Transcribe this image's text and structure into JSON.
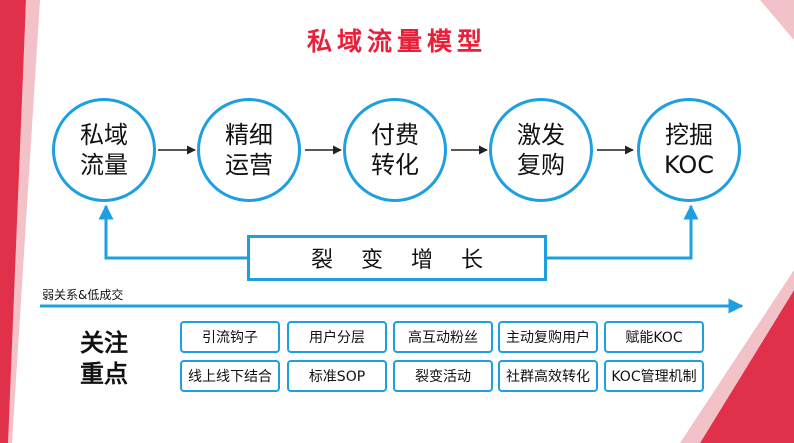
{
  "title": "私域流量模型",
  "nodes": [
    {
      "label": "私域\n流量"
    },
    {
      "label": "精细\n运营"
    },
    {
      "label": "付费\n转化"
    },
    {
      "label": "激发\n复购"
    },
    {
      "label": "挖掘\nKOC"
    }
  ],
  "growth_label": "裂变增长",
  "axis_label": "弱关系&低成交",
  "focus": {
    "label": "关注\n重点",
    "tags_row1": [
      "引流钩子",
      "用户分层",
      "高互动粉丝",
      "主动复购用户",
      "赋能KOC"
    ],
    "tags_row2": [
      "线上线下结合",
      "标准SOP",
      "裂变活动",
      "社群高效转化",
      "KOC管理机制"
    ]
  },
  "colors": {
    "accent_blue": "#1ea0e0",
    "title_red": "#e8203a",
    "deco_red": "#e0304a"
  }
}
